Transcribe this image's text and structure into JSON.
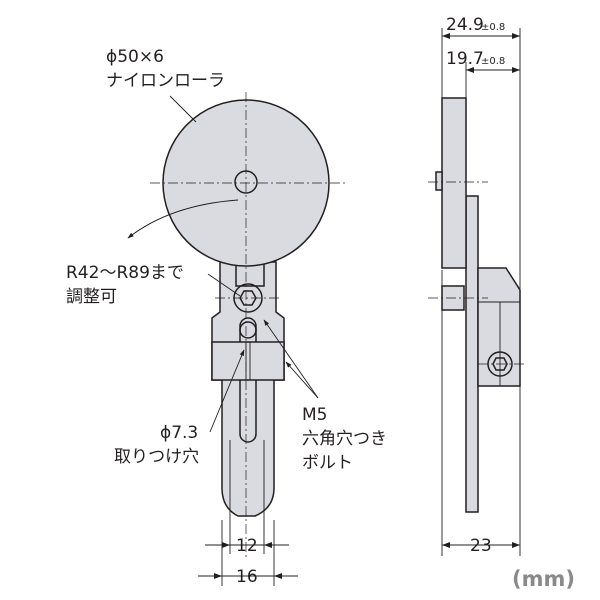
{
  "labels": {
    "roller_dia": "ϕ50×6",
    "roller_name": "ナイロンローラ",
    "radius_range": "R42～R89まで",
    "adjustable": "調整可",
    "hole_dia": "ϕ7.3",
    "hole_name": "取りつけ穴",
    "bolt_size": "M5",
    "bolt_line1": "六角穴つき",
    "bolt_line2": "ボルト"
  },
  "dimensions": {
    "overall_depth": "24.9",
    "overall_depth_tol": "±0.8",
    "roller_depth": "19.7",
    "roller_depth_tol": "±0.8",
    "base_width": "23",
    "slot_width": "12",
    "arm_width": "16"
  },
  "unit": "(mm)",
  "colors": {
    "outline": "#231f20",
    "fill": "#d9dbe0",
    "unit_text": "#8a8a8a"
  }
}
